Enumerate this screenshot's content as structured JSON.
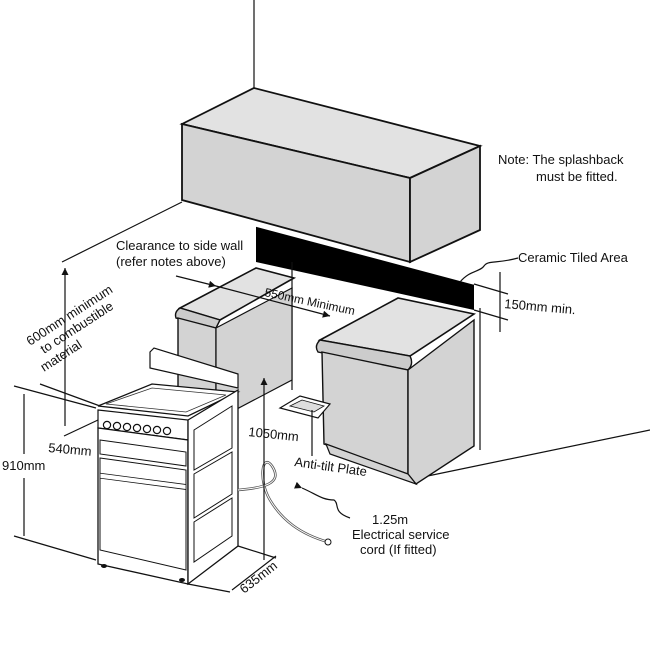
{
  "diagram": {
    "title": "Freestanding cooker installation clearances",
    "colors": {
      "cabinet_fill": "#d3d3d3",
      "splashback_fill": "#000000",
      "line": "#111111",
      "background": "#ffffff"
    },
    "labels": {
      "note_line1": "Note: The splashback",
      "note_line2": "must be fitted.",
      "clearance_line1": "Clearance to side wall",
      "clearance_line2": "(refer notes above)",
      "min_width": "550mm Minimum",
      "ceramic": "Ceramic Tiled Area",
      "splash_height": "150mm min.",
      "combustible_line1": "600mm minimum",
      "combustible_line2": "to combustible",
      "combustible_line3": "material",
      "depth": "540mm",
      "height": "910mm",
      "overall_height": "1050mm",
      "anti_tilt": "Anti-tilt Plate",
      "cord_length": "1.25m",
      "cord_line1": "Electrical service",
      "cord_line2": "cord (If fitted)",
      "width": "635mm"
    },
    "components": [
      "overhead-cabinet",
      "splashback",
      "left-bench-cabinet",
      "right-bench-cabinet",
      "cooker",
      "anti-tilt-plate",
      "electrical-cord"
    ]
  }
}
